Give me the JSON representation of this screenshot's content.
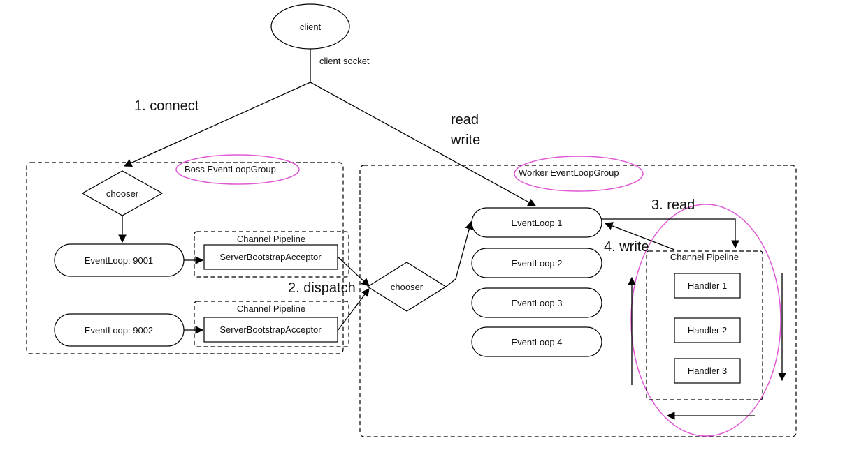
{
  "nodes": {
    "client": "client",
    "client_socket": "client socket",
    "boss_group": "Boss EventLoopGroup",
    "worker_group": "Worker EventLoopGroup",
    "chooser_boss": "chooser",
    "chooser_worker": "chooser",
    "eventloop_9001": "EventLoop: 9001",
    "eventloop_9002": "EventLoop: 9002",
    "pipeline_1": "Channel Pipeline",
    "pipeline_2": "Channel Pipeline",
    "acceptor_1": "ServerBootstrapAcceptor",
    "acceptor_2": "ServerBootstrapAcceptor",
    "worker_eventloops": [
      "EventLoop 1",
      "EventLoop 2",
      "EventLoop 3",
      "EventLoop 4"
    ],
    "worker_pipeline": "Channel Pipeline",
    "handlers": [
      "Handler 1",
      "Handler 2",
      "Handler 3"
    ]
  },
  "edges": {
    "connect": "1. connect",
    "dispatch": "2. dispatch",
    "read": "3. read",
    "write": "4. write",
    "readwrite_1": "read",
    "readwrite_2": "write"
  }
}
